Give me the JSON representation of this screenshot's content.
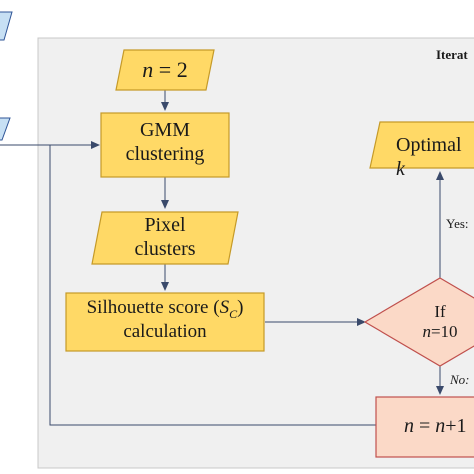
{
  "panel": {
    "title": "Iterat"
  },
  "nodes": {
    "n_init": {
      "n_var": "n",
      "rest": " = 2"
    },
    "gmm": {
      "line1": "GMM",
      "line2": "clustering"
    },
    "pixel": {
      "line1": "Pixel",
      "line2": "clusters"
    },
    "silhouette": {
      "line1_pre": "Silhouette score (",
      "s_letter": "S",
      "s_sub": "C",
      "line1_post": ")",
      "line2": "calculation"
    },
    "optimal": {
      "text": "Optimal ",
      "tail": "k"
    },
    "decision": {
      "line1": "If",
      "n_var": "n",
      "rest": "=10"
    },
    "increment": {
      "n1": "n",
      "mid": " = ",
      "n2": "n",
      "rest": "+1"
    }
  },
  "edges": {
    "yes_label": "Yes:",
    "no_label": "No:"
  },
  "colors": {
    "panel_bg": "#f0f0f0",
    "panel_border": "#c8c8c8",
    "yellow_fill": "#ffd966",
    "yellow_stroke": "#c59a28",
    "pink_fill": "#fbd9c7",
    "pink_stroke": "#c0504d",
    "line": "#3a4a6b",
    "left_shape_fill": "#c7e0f4"
  }
}
